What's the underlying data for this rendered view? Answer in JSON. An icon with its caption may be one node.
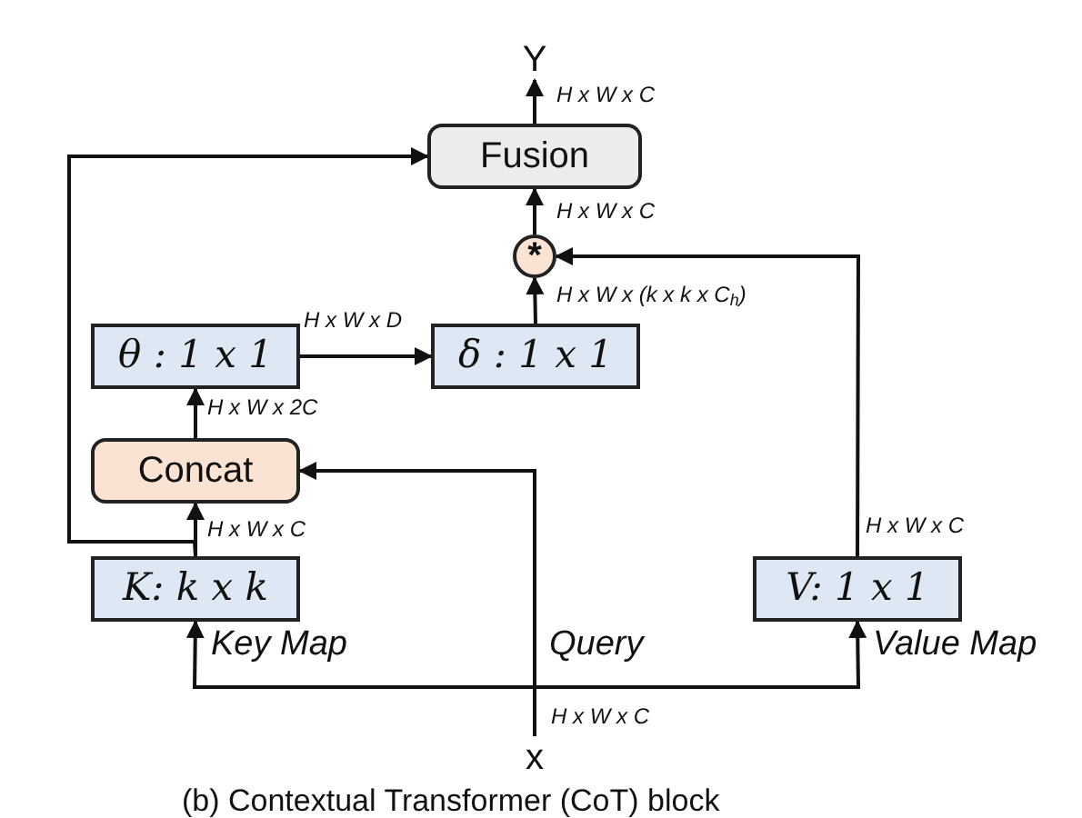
{
  "diagram": {
    "caption": "(b) Contextual Transformer (CoT) block",
    "nodes": [
      {
        "text": [
          "Y"
        ]
      },
      {
        "text": [
          "Fusion"
        ]
      },
      {
        "text": [
          "*"
        ]
      },
      {
        "text": [
          "*θ* : 1 x 1"
        ]
      },
      {
        "text": [
          "*δ* : 1 x 1"
        ]
      },
      {
        "text": [
          "Concat"
        ]
      },
      {
        "text": [
          "*K*: k x k"
        ]
      },
      {
        "text": [
          "*V*: 1 x 1"
        ]
      },
      {
        "text": [
          "x"
        ],
        "beside": [
          "H x W x C"
        ]
      }
    ],
    "edges": [
      {
        "from": 1,
        "to": 0,
        "arrow": "to",
        "label": "H x W x C"
      },
      {
        "from": 2,
        "to": 1,
        "arrow": "to",
        "label": "H x W x C"
      },
      {
        "from": 4,
        "to": 2,
        "arrow": "to",
        "label": "H x W x (k x k x C$_{h}$)"
      },
      {
        "from": 3,
        "to": 4,
        "arrow": "to",
        "label": "H x W x D"
      },
      {
        "from": 5,
        "to": 3,
        "arrow": "to",
        "label": "H x W x 2C"
      },
      {
        "from": 6,
        "to": 5,
        "arrow": "to",
        "label": "H x W x C"
      },
      {
        "from": 6,
        "to": 1,
        "arrow": "to"
      },
      {
        "from": 8,
        "to": 5,
        "arrow": "to",
        "label": "Query"
      },
      {
        "from": 8,
        "to": 6,
        "arrow": "to",
        "label": "Key Map"
      },
      {
        "from": 8,
        "to": 7,
        "arrow": "to",
        "label": "Value Map"
      },
      {
        "from": 7,
        "to": 2,
        "arrow": "to",
        "label": "H x W x C"
      }
    ]
  }
}
